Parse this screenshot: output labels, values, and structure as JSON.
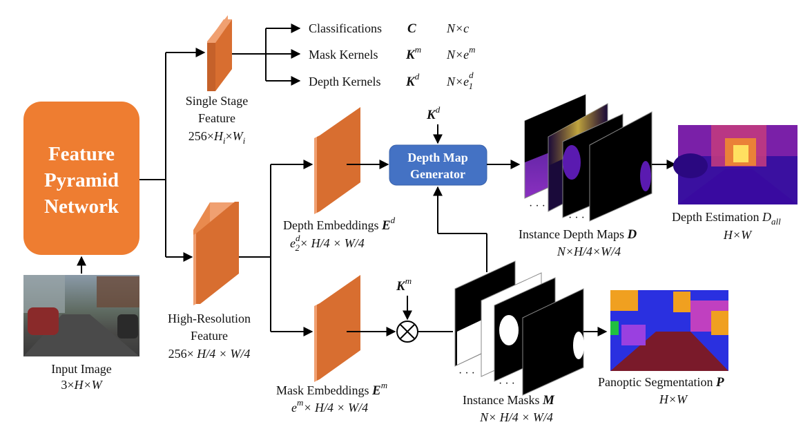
{
  "colors": {
    "fpn_fill": "#EE7D31",
    "feature_front": "#C5612A",
    "feature_side": "#F0A071",
    "dmg_fill": "#4472C4"
  },
  "fpn": {
    "line1": "Feature",
    "line2": "Pyramid",
    "line3": "Network"
  },
  "input": {
    "label": "Input Image",
    "dims_pre": "3×",
    "dims_math": "H×W"
  },
  "single_stage": {
    "line1": "Single Stage",
    "line2": "Feature",
    "dims_pre": "256×",
    "dims_a": "H",
    "dims_a_sub": "i",
    "dims_mid": "×",
    "dims_b": "W",
    "dims_b_sub": "i"
  },
  "high_res": {
    "line1": "High-Resolution",
    "line2": "Feature",
    "dims_pre": "256×",
    "dims_math": " H/4 × W/4"
  },
  "outputs": [
    {
      "label": "Classifications",
      "symbol": "C",
      "sup": "",
      "dims": "N×c",
      "dims_sup": "",
      "dims_sub": ""
    },
    {
      "label": "Mask Kernels",
      "symbol": "K",
      "sup": "m",
      "dims": "N×e",
      "dims_sup": "m",
      "dims_sub": ""
    },
    {
      "label": "Depth Kernels",
      "symbol": "K",
      "sup": "d",
      "dims": "N×e",
      "dims_sup": "d",
      "dims_sub": "1"
    }
  ],
  "depth_emb": {
    "label": "Depth Embeddings ",
    "symbol": "E",
    "sup": "d",
    "dims_base": "e",
    "dims_sub": "2",
    "dims_sup": "d",
    "dims_rest": "× H/4 × W/4"
  },
  "mask_emb": {
    "label": "Mask Embeddings ",
    "symbol": "E",
    "sup": "m",
    "dims_base": "e",
    "dims_sup": "m",
    "dims_rest": "× H/4 × W/4"
  },
  "kd_top": {
    "symbol": "K",
    "sup": "d"
  },
  "km": {
    "symbol": "K",
    "sup": "m"
  },
  "dmg": {
    "line1": "Depth Map",
    "line2": "Generator"
  },
  "inst_depth": {
    "label": "Instance Depth Maps ",
    "symbol": "D",
    "dims": "N×H/4×W/4"
  },
  "inst_masks": {
    "label": "Instance Masks ",
    "symbol": "M",
    "dims": "N× H/4 × W/4"
  },
  "depth_est": {
    "label": "Depth Estimation ",
    "symbol": "D",
    "sub": "all",
    "dims": "H×W"
  },
  "panoptic": {
    "label": "Panoptic Segmentation ",
    "symbol": "P",
    "dims": "H×W"
  },
  "dots": "· · ·"
}
